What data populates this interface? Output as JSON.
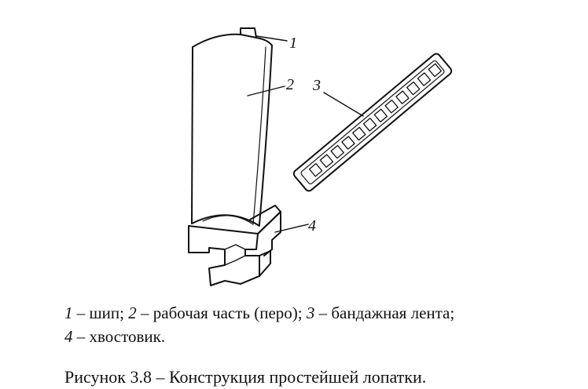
{
  "figure": {
    "callouts": [
      {
        "num": "1",
        "part": "шип"
      },
      {
        "num": "2",
        "part": "рабочая часть (перо)"
      },
      {
        "num": "3",
        "part": "бандажная лента"
      },
      {
        "num": "4",
        "part": "хвостовик"
      }
    ],
    "separator": " – ",
    "caption": "Рисунок 3.8 – Конструкция простейшей лопатки."
  }
}
